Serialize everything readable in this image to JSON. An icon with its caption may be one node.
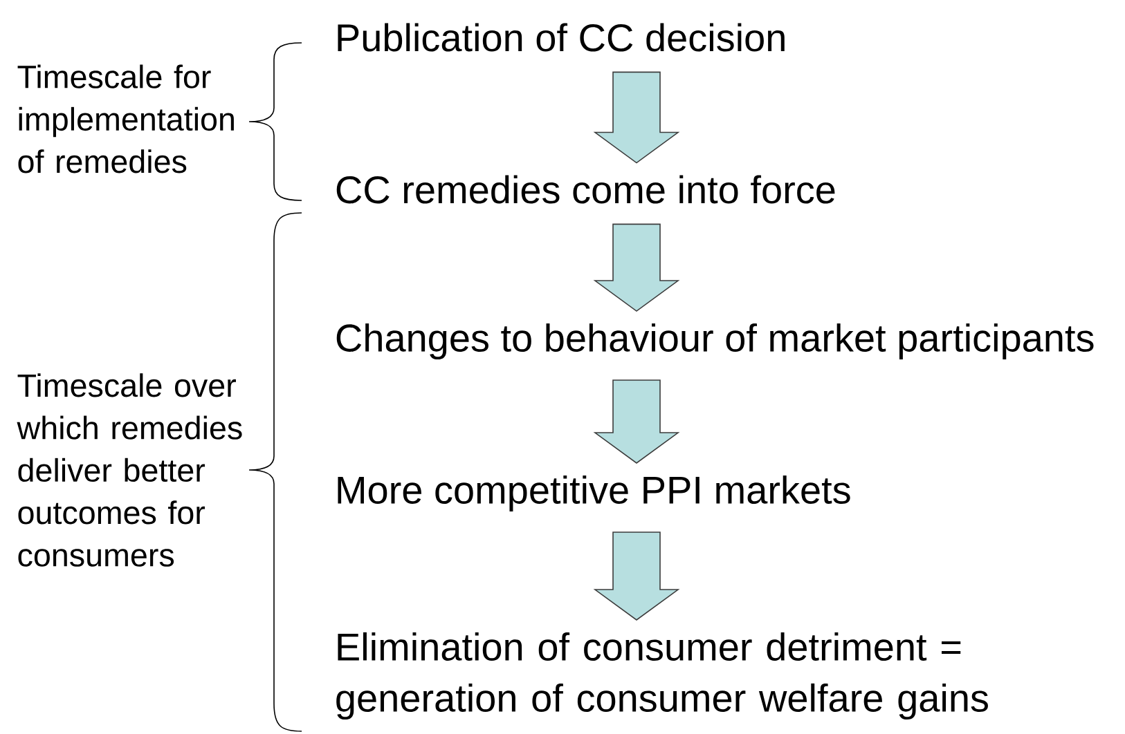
{
  "diagram": {
    "nodes": [
      {
        "text": [
          "Publication of CC decision"
        ]
      },
      {
        "text": [
          "CC remedies come into force"
        ]
      },
      {
        "text": [
          "Changes to behaviour of market participants"
        ]
      },
      {
        "text": [
          "More competitive PPI markets"
        ]
      },
      {
        "text": [
          "Elimination of consumer detriment = generation of consumer welfare gains"
        ]
      }
    ],
    "edges": [
      {
        "from": 0,
        "to": 1,
        "arrow": "to"
      },
      {
        "from": 1,
        "to": 2,
        "arrow": "to"
      },
      {
        "from": 2,
        "to": 3,
        "arrow": "to"
      },
      {
        "from": 3,
        "to": 4,
        "arrow": "to"
      }
    ],
    "labels": [
      "Timescale for implementation of remedies",
      "Timescale over which remedies deliver better outcomes for consumers"
    ]
  }
}
